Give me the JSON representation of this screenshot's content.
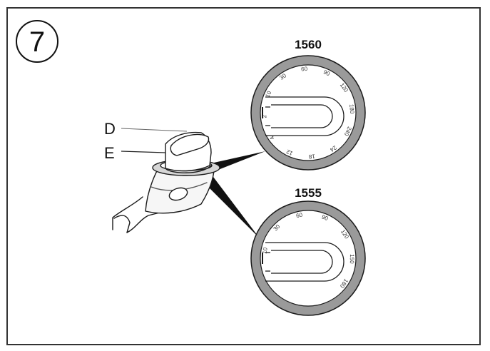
{
  "step_number": "7",
  "labels": {
    "d": "D",
    "e": "E"
  },
  "dials": [
    {
      "model": "1560",
      "ticks": [
        "10",
        "30",
        "60",
        "90",
        "120",
        "180",
        "240",
        "24",
        "18",
        "12",
        "4",
        "2"
      ]
    },
    {
      "model": "1555",
      "ticks": [
        "10",
        "30",
        "60",
        "90",
        "120",
        "150",
        "180"
      ]
    }
  ],
  "colors": {
    "line": "#1a1a1a",
    "ring": "#8a8a8a",
    "shade": "#d6d6d6"
  }
}
